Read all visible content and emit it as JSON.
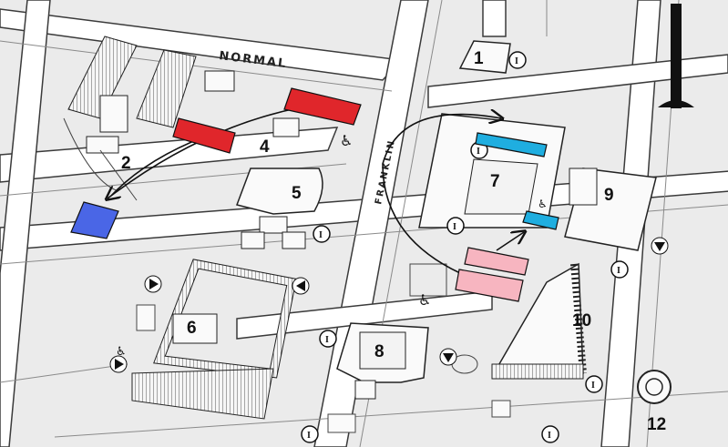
{
  "streets": {
    "normal": "NORMAL",
    "franklin": "FRANKLIN"
  },
  "buildings": [
    {
      "id": "1",
      "label": "1"
    },
    {
      "id": "2",
      "label": "2"
    },
    {
      "id": "4",
      "label": "4"
    },
    {
      "id": "5",
      "label": "5"
    },
    {
      "id": "6",
      "label": "6"
    },
    {
      "id": "7",
      "label": "7"
    },
    {
      "id": "8",
      "label": "8"
    },
    {
      "id": "9",
      "label": "9"
    },
    {
      "id": "10",
      "label": "10"
    },
    {
      "id": "12",
      "label": "12"
    }
  ],
  "info_marker": "I",
  "icons": {
    "info": "info-icon",
    "accessible": "accessible-icon",
    "entrance": "entrance-arrow-icon",
    "north": "north-arrow-icon"
  },
  "colors": {
    "red": "#e0262b",
    "blue": "#4a66e6",
    "cyan": "#1faee0",
    "pink": "#f7b5c0",
    "road": "#ffffff",
    "block": "#e9e9e9",
    "outline": "#333333"
  }
}
